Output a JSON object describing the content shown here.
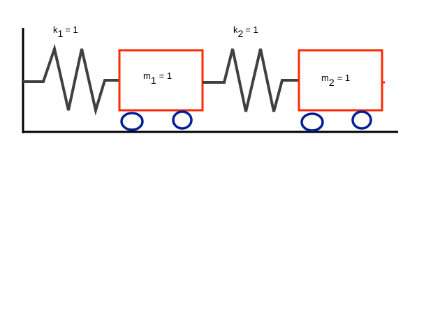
{
  "springs": [
    {
      "symbol": "k",
      "subscript": "1",
      "value": "= 1"
    },
    {
      "symbol": "k",
      "subscript": "2",
      "value": "= 1"
    }
  ],
  "masses": [
    {
      "symbol": "m",
      "subscript": "1",
      "value": "= 1"
    },
    {
      "symbol": "m",
      "subscript": "2",
      "value": "= 1"
    }
  ],
  "colors": {
    "spring": "#404040",
    "mass_border": "#ff2a00",
    "wheel": "#001e96",
    "ground": "#000000"
  }
}
